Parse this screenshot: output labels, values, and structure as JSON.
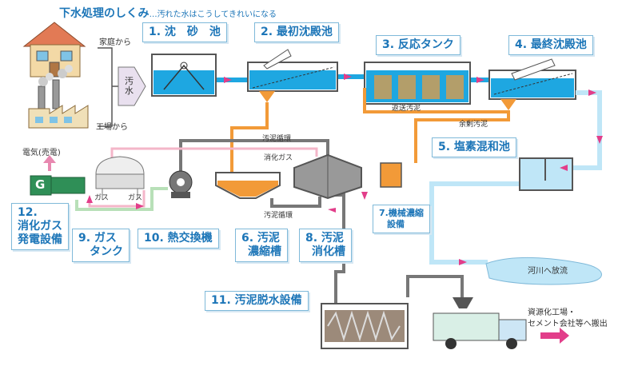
{
  "title": {
    "main": "下水処理のしくみ",
    "sub": "…汚れた水はこうしてきれいになる"
  },
  "sources": {
    "home": "家庭から",
    "factory": "工場から",
    "sewage": "汚水"
  },
  "steps": {
    "s1": "1. 沈　砂　池",
    "s2": "2. 最初沈殿池",
    "s3": "3. 反応タンク",
    "s4": "4. 最終沈殿池",
    "s5": "5. 塩素混和池",
    "s6_line1": "6. 汚泥",
    "s6_line2": "濃縮槽",
    "s7_line1": "7.機械濃縮",
    "s7_line2": "設備",
    "s8_line1": "8. 汚泥",
    "s8_line2": "消化槽",
    "s9_line1": "9. ガス",
    "s9_line2": "タンク",
    "s10": "10. 熱交換機",
    "s11": "11. 汚泥脱水設備",
    "s12_line1": "12.",
    "s12_line2": "消化ガス",
    "s12_line3": "発電設備"
  },
  "flow_labels": {
    "return_sludge": "返送汚泥",
    "excess_sludge": "余剰汚泥",
    "sludge_circulation_top": "汚泥循環",
    "digestion_gas": "消化ガス",
    "sludge_circulation_bottom": "汚泥循環",
    "gas_1": "ガス",
    "gas_2": "ガス",
    "electricity": "電気(売電)",
    "generator": "G",
    "river": "河川へ放流",
    "recycle_line1": "資源化工場・",
    "recycle_line2": "セメント会社等へ搬出"
  },
  "colors": {
    "water": "#1ea7e1",
    "light_water": "#bfe6f7",
    "sludge": "#f29a38",
    "gas_pipe": "#f4b6c9",
    "arrow_pink": "#e23e8a",
    "gray_pipe": "#777777",
    "label_blue": "#1d76b8",
    "green_gen": "#2f8f57"
  }
}
